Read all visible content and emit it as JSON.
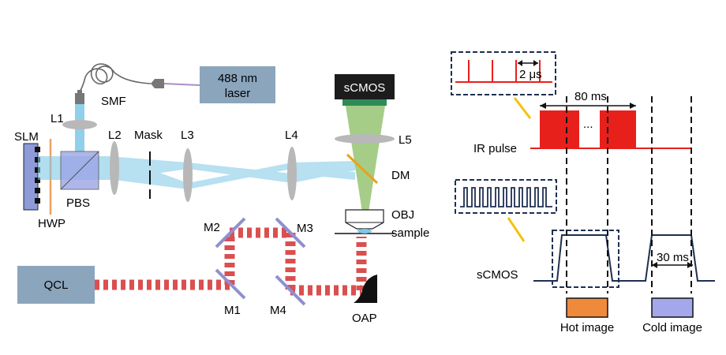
{
  "optical_setup": {
    "laser": "488 nm\nlaser",
    "fiber": "SMF",
    "slm": "SLM",
    "hwp": "HWP",
    "pbs": "PBS",
    "l1": "L1",
    "l2": "L2",
    "mask": "Mask",
    "l3": "L3",
    "l4": "L4",
    "l5": "L5",
    "camera": "sCMOS",
    "dm": "DM",
    "obj": "OBJ",
    "sample": "sample",
    "qcl": "QCL",
    "m1": "M1",
    "m2": "M2",
    "m3": "M3",
    "m4": "M4",
    "oap": "OAP"
  },
  "timing": {
    "inset_period": "2 μs",
    "pulse_window": "80 ms",
    "ellipsis": "...",
    "ir_label": "IR pulse",
    "camera_label": "sCMOS",
    "exposure": "30 ms",
    "hot": "Hot image",
    "cold": "Cold image"
  },
  "colors": {
    "blue_beam": "#7ec8e6",
    "green_beam": "#8fc16a",
    "ir_red": "#e8201c",
    "mid_ir_dash": "#d63c3c",
    "navy": "#1f2f52",
    "box_gray": "#8ba5bd",
    "mirror": "#8f8fd0",
    "hot_fill": "#ef8a3d",
    "cold_fill": "#a3a8ea",
    "marker_yellow": "#f4c10f"
  }
}
